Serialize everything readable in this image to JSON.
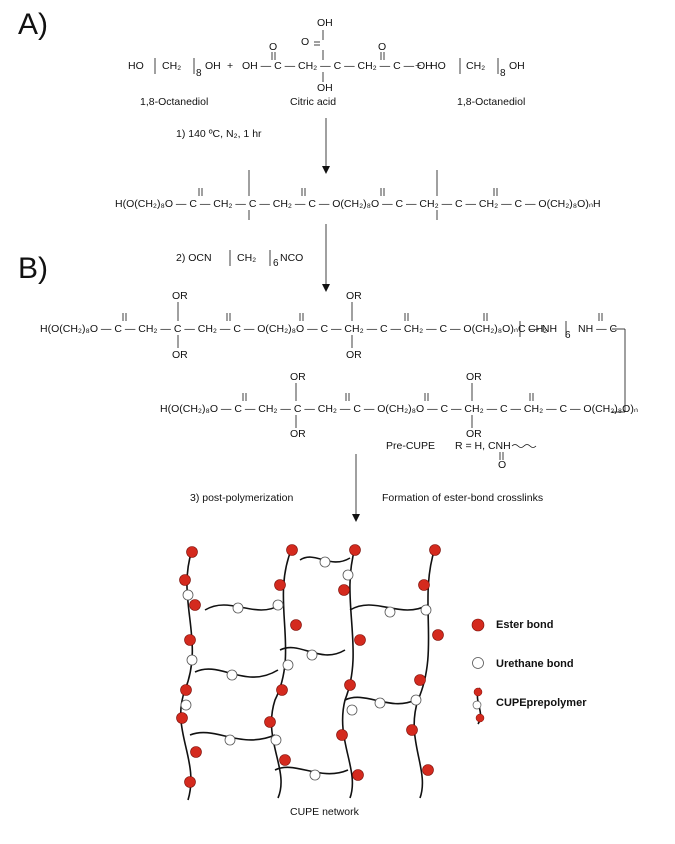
{
  "labels": {
    "section_a": "A)",
    "section_b": "B)",
    "octanediol_left": "1,8-Octanediol",
    "citric_acid": "Citric acid",
    "octanediol_right": "1,8-Octanediol",
    "step1": "1) 140 ºC, N₂, 1 hr",
    "step2": "2) OCN",
    "step2_ch2": "CH₂",
    "step2_sub": "6",
    "step2_end": "NCO",
    "step3": "3) post-polymerization",
    "crosslink": "Formation of ester-bond crosslinks",
    "precupe": "Pre-CUPE",
    "r_def": "R = H, CNH",
    "network": "CUPE network"
  },
  "reactants": {
    "octanediol_formula": "HO",
    "ch2": "CH₂",
    "sub8": "8",
    "oh": "OH",
    "plus": "+",
    "citric_main": "OH — C — CH₂ — C — CH₂ — C — OH",
    "carbonyl_o": "O",
    "oh_top": "OH",
    "oh_bottom": "OH"
  },
  "intermediate": {
    "chain": "H(O(CH₂)₈O — C — CH₂ — C — CH₂ — C — O(CH₂)₈O — C — CH₂ — C — CH₂ — C — O(CH₂)₈O)ₙH"
  },
  "precupe": {
    "line1": "H(O(CH₂)₈O — C — CH₂ — C — CH₂ — C — O(CH₂)₈O — C — CH₂ — C — CH₂ — C — O(CH₂)₈O)ₙC — NH",
    "line1_tail": "CH₂",
    "line1_sub": "6",
    "line1_end": "NH — C",
    "line2": "H(O(CH₂)₈O — C — CH₂ — C — CH₂ — C — O(CH₂)₈O — C — CH₂ — C — CH₂ — C — O(CH₂)₈O)ₙ",
    "or": "OR",
    "o": "O"
  },
  "legend": [
    {
      "label": "Ester bond",
      "color": "#d42a1e"
    },
    {
      "label": "Urethane bond",
      "color": "#ffffff"
    },
    {
      "label": "CUPEprepolymer",
      "color": "#000000"
    }
  ],
  "colors": {
    "ester": "#d42a1e",
    "urethane": "#ffffff",
    "chain": "#000000"
  }
}
